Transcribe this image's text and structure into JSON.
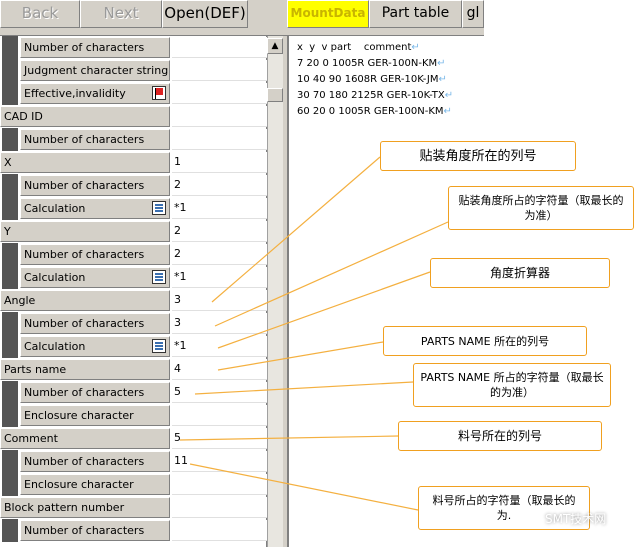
{
  "toolbar": {
    "back": "Back",
    "next": "Next",
    "open": "Open(DEF)",
    "mount_data": "MountData",
    "part_table": "Part table",
    "cut": "gl"
  },
  "fields": [
    {
      "type": "sub",
      "label": "Number of characters",
      "value": ""
    },
    {
      "type": "sub",
      "label": "Judgment character string",
      "value": ""
    },
    {
      "type": "sub",
      "label": "Effective,invalidity",
      "value": "",
      "icon": "flag-icon"
    },
    {
      "type": "head",
      "label": "CAD ID",
      "value": ""
    },
    {
      "type": "sub",
      "label": "Number of characters",
      "value": ""
    },
    {
      "type": "head",
      "label": "X",
      "value": "1"
    },
    {
      "type": "sub",
      "label": "Number of characters",
      "value": "2"
    },
    {
      "type": "sub",
      "label": "Calculation",
      "value": "*1",
      "icon": "calculator-icon"
    },
    {
      "type": "head",
      "label": "Y",
      "value": "2"
    },
    {
      "type": "sub",
      "label": "Number of characters",
      "value": "2"
    },
    {
      "type": "sub",
      "label": "Calculation",
      "value": "*1",
      "icon": "calculator-icon"
    },
    {
      "type": "head",
      "label": "Angle",
      "value": "3"
    },
    {
      "type": "sub",
      "label": "Number of characters",
      "value": "3"
    },
    {
      "type": "sub",
      "label": "Calculation",
      "value": "*1",
      "icon": "calculator-icon"
    },
    {
      "type": "head",
      "label": "Parts name",
      "value": "4"
    },
    {
      "type": "sub",
      "label": "Number of characters",
      "value": "5"
    },
    {
      "type": "sub",
      "label": "Enclosure character",
      "value": ""
    },
    {
      "type": "head",
      "label": "Comment",
      "value": "5"
    },
    {
      "type": "sub",
      "label": "Number of characters",
      "value": "11"
    },
    {
      "type": "sub",
      "label": "Enclosure character",
      "value": ""
    },
    {
      "type": "head",
      "label": "Block pattern number",
      "value": ""
    },
    {
      "type": "sub",
      "label": "Number of characters",
      "value": ""
    }
  ],
  "file_lines": [
    "x  y  v part    comment",
    "7 20 0 1005R GER-100N-KM",
    "10 40 90 1608R GER-10K-JM",
    "30 70 180 2125R GER-10K-TX",
    "60 20 0 1005R GER-100N-KM"
  ],
  "line_end_mark": "↵",
  "callouts": [
    "贴装角度所在的列号",
    "贴装角度所占的字符量（取最长的为准）",
    "角度折算器",
    "PARTS NAME 所在的列号",
    "PARTS NAME 所占的字符量（取最长的为准）",
    "料号所在的列号",
    "料号所占的字符量（取最长的为."
  ],
  "watermark": "SMT技术网",
  "colors": {
    "callout_border": "#f0a020",
    "toolbar_highlight": "#ffff00"
  }
}
